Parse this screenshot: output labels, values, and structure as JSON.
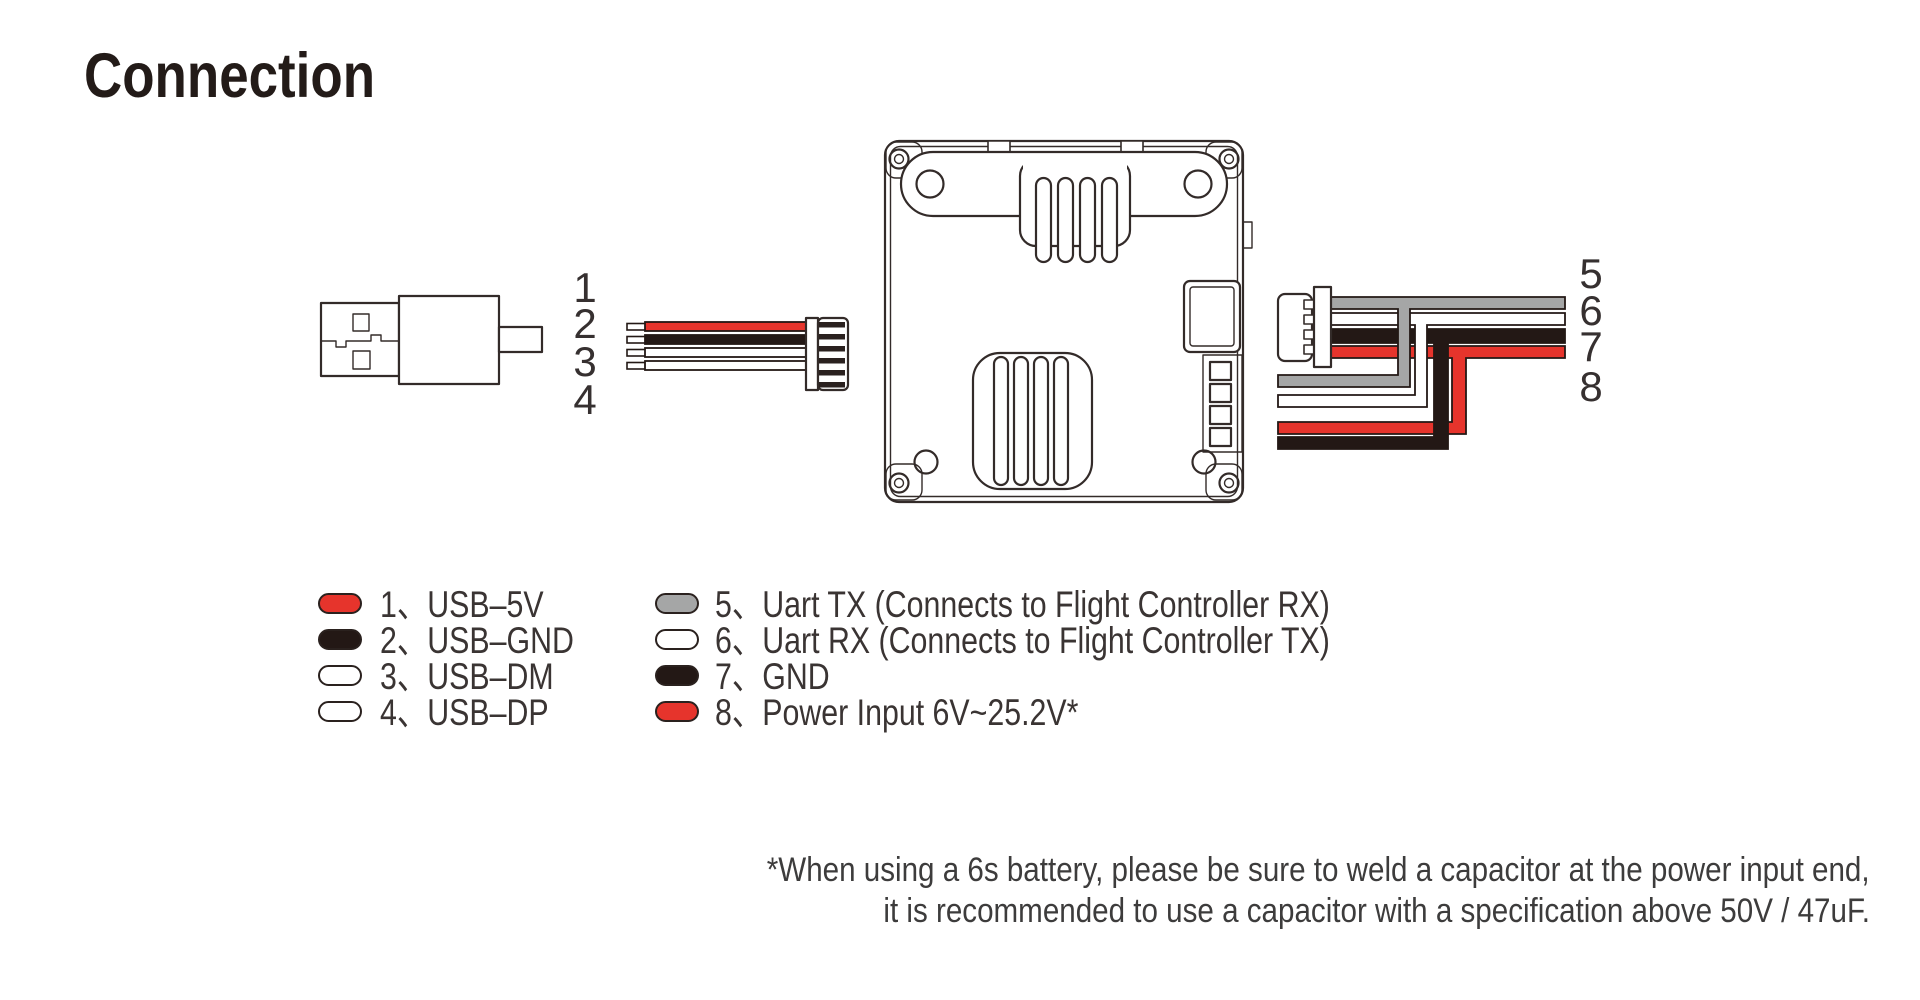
{
  "title": "Connection",
  "wire_numbers": {
    "left": [
      "1",
      "2",
      "3",
      "4"
    ],
    "right": [
      "5",
      "6",
      "7",
      "8"
    ]
  },
  "legend": {
    "left": [
      {
        "label": "1、USB–5V",
        "swatch": "red",
        "swatch_color": "#e6342c"
      },
      {
        "label": "2、USB–GND",
        "swatch": "black",
        "swatch_color": "#231815"
      },
      {
        "label": "3、USB–DM",
        "swatch": "white",
        "swatch_color": "#ffffff"
      },
      {
        "label": "4、USB–DP",
        "swatch": "white",
        "swatch_color": "#ffffff"
      }
    ],
    "right": [
      {
        "label": "5、Uart TX (Connects to Flight Controller RX)",
        "swatch": "gray",
        "swatch_color": "#a5a6a6"
      },
      {
        "label": "6、Uart RX (Connects to Flight Controller TX)",
        "swatch": "white",
        "swatch_color": "#ffffff"
      },
      {
        "label": "7、GND",
        "swatch": "black",
        "swatch_color": "#231815"
      },
      {
        "label": "8、Power Input 6V~25.2V*",
        "swatch": "red",
        "swatch_color": "#e6342c"
      }
    ]
  },
  "note": {
    "line1": "*When using a 6s battery, please be sure to weld a capacitor at the power input end,",
    "line2": "it is recommended to use a capacitor with a specification above 50V / 47uF."
  },
  "colors": {
    "red": "#e6342c",
    "black": "#231815",
    "gray": "#a5a6a6",
    "white": "#ffffff",
    "ink": "#332b29"
  }
}
